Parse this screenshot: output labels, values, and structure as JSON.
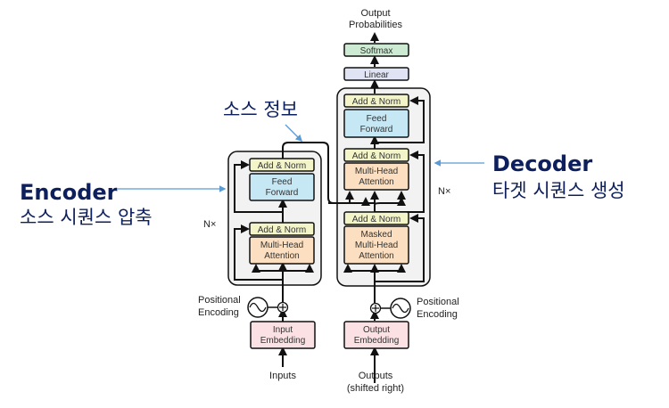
{
  "title": "Transformer Architecture (Encoder / Decoder)",
  "annotations": {
    "encoder_title": "Encoder",
    "encoder_subtitle": "소스 시퀀스 압축",
    "decoder_title": "Decoder",
    "decoder_subtitle": "타겟 시퀀스 생성",
    "source_info": "소스 정보"
  },
  "encoder": {
    "repeat_label": "N×",
    "blocks": {
      "add_norm_top": "Add & Norm",
      "feed_forward_1": "Feed",
      "feed_forward_2": "Forward",
      "add_norm_bottom": "Add & Norm",
      "mha_1": "Multi-Head",
      "mha_2": "Attention"
    },
    "embedding_1": "Input",
    "embedding_2": "Embedding",
    "pos_enc_1": "Positional",
    "pos_enc_2": "Encoding",
    "input_label": "Inputs"
  },
  "decoder": {
    "repeat_label": "N×",
    "blocks": {
      "add_norm_top": "Add & Norm",
      "feed_forward_1": "Feed",
      "feed_forward_2": "Forward",
      "add_norm_mid": "Add & Norm",
      "mha_1": "Multi-Head",
      "mha_2": "Attention",
      "add_norm_bottom": "Add & Norm",
      "masked_1": "Masked",
      "masked_2": "Multi-Head",
      "masked_3": "Attention"
    },
    "embedding_1": "Output",
    "embedding_2": "Embedding",
    "pos_enc_1": "Positional",
    "pos_enc_2": "Encoding",
    "output_label_1": "Outputs",
    "output_label_2": "(shifted right)"
  },
  "head": {
    "linear": "Linear",
    "softmax": "Softmax",
    "probs_1": "Output",
    "probs_2": "Probabilities"
  },
  "colors": {
    "add_norm": "#f3f5c9",
    "feed_forward": "#c6e8f5",
    "attention": "#fbdfc0",
    "embedding": "#fbe1e4",
    "softmax": "#cdebd3",
    "linear": "#dfe3f3",
    "stack_bg": "#f2f2f2",
    "accent_arrow": "#5b9bd5",
    "title_text": "#0d1f5c"
  }
}
